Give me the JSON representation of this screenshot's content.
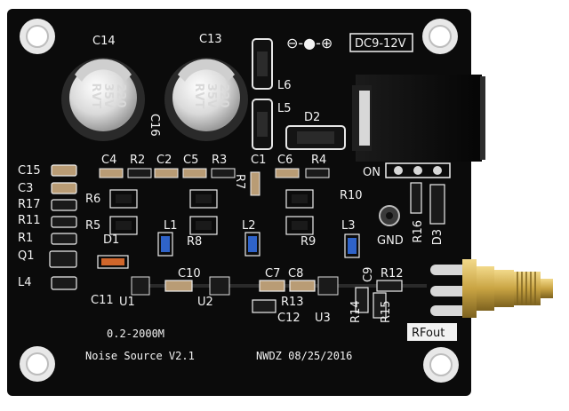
{
  "board": {
    "title_range": "0.2-2000M",
    "title_name": "Noise Source V2.1",
    "maker_date": "NWDZ 08/25/2016",
    "power_label": "DC9-12V",
    "polarity": "⊖-●-⊕",
    "on_label": "ON",
    "gnd_label": "GND",
    "rfout_label": "RFout"
  },
  "capacitors": {
    "c14": {
      "ref": "C14",
      "line1": "220",
      "line2": "35V",
      "line3": "RVT"
    },
    "c13": {
      "ref": "C13",
      "line1": "220",
      "line2": "35V",
      "line3": "RVT"
    }
  },
  "silkscreen": {
    "c16": "C16",
    "l6": "L6",
    "l5": "L5",
    "d2": "D2",
    "c4": "C4",
    "r2": "R2",
    "c2": "C2",
    "c5": "C5",
    "r3": "R3",
    "c1": "C1",
    "c6": "C6",
    "r4": "R4",
    "r7": "R7",
    "c15": "C15",
    "c3": "C3",
    "r17": "R17",
    "r11": "R11",
    "r1": "R1",
    "q1": "Q1",
    "l4": "L4",
    "r6": "R6",
    "r5": "R5",
    "r8": "R8",
    "r10": "R10",
    "r9": "R9",
    "l1": "L1",
    "l2": "L2",
    "l3": "L3",
    "d1": "D1",
    "r16": "R16",
    "d3": "D3",
    "c10": "C10",
    "c7": "C7",
    "c8": "C8",
    "c9": "C9",
    "r12": "R12",
    "c11": "C11",
    "u1": "U1",
    "u2": "U2",
    "r13": "R13",
    "c12": "C12",
    "u3": "U3",
    "r14": "R14",
    "r15": "R15"
  },
  "colors": {
    "pcb": "#0b0b0b",
    "silk": "#f2f2f2",
    "gold": "#c9a443",
    "smd_resistor": "#1a1a1a",
    "smd_cap": "#b99c75",
    "inductor_blue": "#2f63c9",
    "capacitor_can": "#e6e6e6"
  }
}
